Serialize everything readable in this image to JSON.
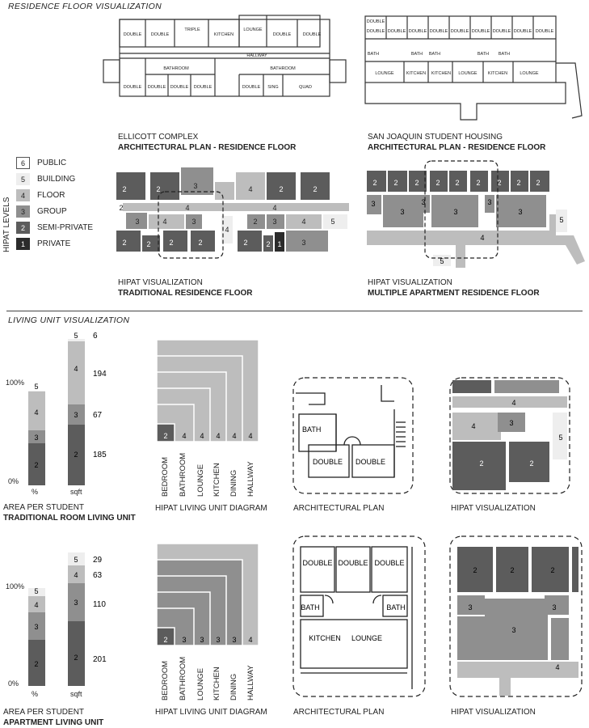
{
  "sections": {
    "floor_title": "RESIDENCE FLOOR VISUALIZATION",
    "living_title": "LIVING UNIT VISUALIZATION"
  },
  "plans": {
    "ellicott_name": "ELLICOTT COMPLEX",
    "ellicott_sub": "ARCHITECTURAL PLAN - RESIDENCE FLOOR",
    "sanjoaquin_name": "SAN JOAQUIN STUDENT HOUSING",
    "sanjoaquin_sub": "ARCHITECTURAL PLAN - RESIDENCE FLOOR",
    "ellicott_rooms": [
      "DOUBLE",
      "DOUBLE",
      "TRIPLE",
      "KITCHEN",
      "LOUNGE",
      "DOUBLE",
      "DOUBLE",
      "HALLWAY",
      "BATHROOM",
      "BATHROOM",
      "DOUBLE",
      "DOUBLE",
      "DOUBLE",
      "DOUBLE",
      "DOUBLE",
      "SING",
      "QUAD"
    ],
    "sj_rooms": [
      "DOUBLE",
      "DOUBLE",
      "DOUBLE",
      "DOUBLE",
      "DOUBLE",
      "DOUBLE",
      "DOUBLE",
      "DOUBLE",
      "DOUBLE",
      "DOUBLE",
      "BATH",
      "BATH",
      "BATH",
      "BATH",
      "BATH",
      "LOUNGE",
      "KITCHEN",
      "KITCHEN",
      "LOUNGE",
      "KITCHEN",
      "LOUNGE"
    ]
  },
  "legend": {
    "axis_label": "HIPAT LEVELS",
    "levels": [
      {
        "num": "6",
        "label": "PUBLIC",
        "color": "#ffffff"
      },
      {
        "num": "5",
        "label": "BUILDING",
        "color": "#eeeeee"
      },
      {
        "num": "4",
        "label": "FLOOR",
        "color": "#bdbdbd"
      },
      {
        "num": "3",
        "label": "GROUP",
        "color": "#8f8f8f"
      },
      {
        "num": "2",
        "label": "SEMI-PRIVATE",
        "color": "#5c5c5c"
      },
      {
        "num": "1",
        "label": "PRIVATE",
        "color": "#2b2b2b"
      }
    ]
  },
  "hipat": {
    "trad_name": "HIPAT VISUALIZATION",
    "trad_sub": "TRADITIONAL RESIDENCE FLOOR",
    "apt_name": "HIPAT VISUALIZATION",
    "apt_sub": "MULTIPLE APARTMENT RESIDENCE FLOOR"
  },
  "units": {
    "traditional": {
      "caption_a": "AREA PER STUDENT",
      "caption_b": "TRADITIONAL ROOM LIVING UNIT",
      "pct_top": "100%",
      "pct_zero": "0%",
      "pct_label": "%",
      "sqft_label": "sqft",
      "pct_levels": [
        "5",
        "4",
        "3",
        "2"
      ],
      "sqft_levels": [
        "5",
        "4",
        "3",
        "2"
      ],
      "sqft_values": [
        "6",
        "194",
        "67",
        "185"
      ],
      "diagram_caption": "HIPAT LIVING UNIT DIAGRAM",
      "diagram_levels": [
        "2",
        "4",
        "4",
        "4",
        "4",
        "4"
      ],
      "diagram_rooms": [
        "BEDROOM",
        "BATHROOM",
        "LOUNGE",
        "KITCHEN",
        "DINING",
        "HALLWAY"
      ],
      "plan_caption": "ARCHITECTURAL PLAN",
      "plan_labels": [
        "BATH",
        "DOUBLE",
        "DOUBLE"
      ],
      "vis_caption": "HIPAT VISUALIZATION",
      "vis_levels": [
        "4",
        "4",
        "3",
        "5",
        "2",
        "2"
      ]
    },
    "apartment": {
      "caption_a": "AREA PER STUDENT",
      "caption_b": "APARTMENT LIVING UNIT",
      "pct_top": "100%",
      "pct_zero": "0%",
      "pct_label": "%",
      "sqft_label": "sqft",
      "pct_levels": [
        "5",
        "4",
        "3",
        "2"
      ],
      "sqft_levels": [
        "5",
        "4",
        "3",
        "2"
      ],
      "sqft_values": [
        "29",
        "63",
        "110",
        "201"
      ],
      "diagram_caption": "HIPAT LIVING UNIT DIAGRAM",
      "diagram_levels": [
        "2",
        "3",
        "3",
        "3",
        "3",
        "4"
      ],
      "diagram_rooms": [
        "BEDROOM",
        "BATHROOM",
        "LOUNGE",
        "KITCHEN",
        "DINING",
        "HALLWAY"
      ],
      "plan_caption": "ARCHITECTURAL PLAN",
      "plan_labels": [
        "DOUBLE",
        "DOUBLE",
        "DOUBLE",
        "BATH",
        "BATH",
        "KITCHEN",
        "LOUNGE"
      ],
      "vis_caption": "HIPAT VISUALIZATION",
      "vis_levels": [
        "2",
        "2",
        "2",
        "3",
        "3",
        "3",
        "4"
      ]
    }
  }
}
